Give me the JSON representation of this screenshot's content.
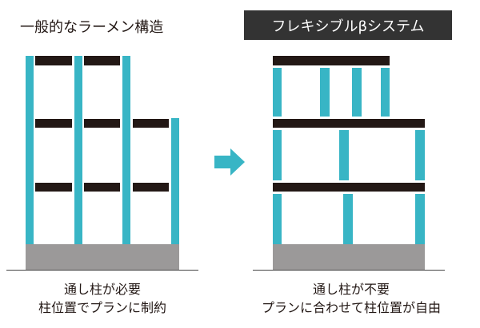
{
  "left": {
    "title": "一般的なラーメン構造",
    "caption_line1": "通し柱が必要",
    "caption_line2": "柱位置でプランに制約"
  },
  "right": {
    "title": "フレキシブルβシステム",
    "caption_line1": "通し柱が不要",
    "caption_line2": "プランに合わせて柱位置が自由"
  },
  "arrow_icon": "right-arrow",
  "colors": {
    "column": "#38b5c5",
    "beam": "#231815",
    "foundation": "#9b9999",
    "title_box": "#333333"
  }
}
